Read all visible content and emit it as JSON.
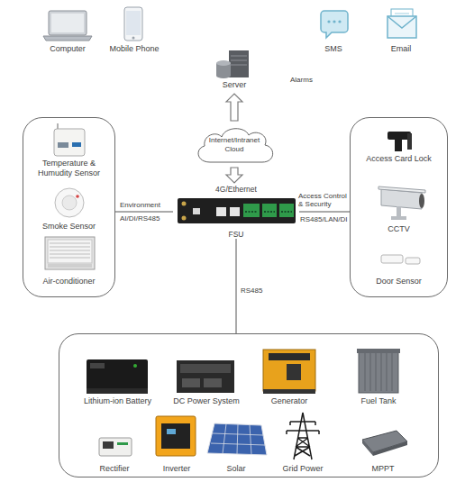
{
  "diagram": {
    "nodes": [
      {
        "text": [
          "Computer"
        ]
      },
      {
        "text": [
          "Mobile Phone"
        ]
      },
      {
        "text": [
          "Server"
        ]
      },
      {
        "text": [
          "SMS"
        ]
      },
      {
        "text": [
          "Email"
        ]
      },
      {
        "text": [
          "Internet/Intranet Cloud"
        ]
      },
      {
        "text": []
      },
      {
        "text": [
          "Temperature & Humudity Sensor"
        ],
        "in": 6
      },
      {
        "text": [
          "Smoke Sensor"
        ],
        "in": 6
      },
      {
        "text": [
          "Air-conditioner"
        ],
        "in": 6
      },
      {
        "text": [
          "4G/Ethernet",
          "FSU"
        ]
      },
      {
        "text": []
      },
      {
        "text": [
          "Access Card Lock"
        ],
        "in": 11
      },
      {
        "text": [
          "CCTV"
        ],
        "in": 11
      },
      {
        "text": [
          "Door Sensor"
        ],
        "in": 11
      },
      {
        "text": []
      },
      {
        "text": [
          "Lithium-ion Battery"
        ],
        "in": 15
      },
      {
        "text": [
          "DC Power System"
        ],
        "in": 15
      },
      {
        "text": [
          "Generator"
        ],
        "in": 15
      },
      {
        "text": [
          "Fuel Tank"
        ],
        "in": 15
      },
      {
        "text": [
          "Rectifier"
        ],
        "in": 15
      },
      {
        "text": [
          "Inverter"
        ],
        "in": 15
      },
      {
        "text": [
          "Solar"
        ],
        "in": 15
      },
      {
        "text": [
          "Grid Power"
        ],
        "in": 15
      },
      {
        "text": [
          "MPPT"
        ],
        "in": 15
      }
    ],
    "edges": [
      {
        "from": 5,
        "to": 2,
        "arrow": "to"
      },
      {
        "from": 5,
        "to": 10,
        "arrow": "to"
      },
      {
        "from": 6,
        "to": 10,
        "arrow": "none",
        "label": "Environment"
      },
      {
        "from": 10,
        "to": 11,
        "arrow": "none",
        "label": "Access Control & Security"
      },
      {
        "from": 10,
        "to": 15,
        "arrow": "none",
        "label": "RS485"
      }
    ],
    "labels": [
      "Alarms",
      "AI/DI/RS485",
      "RS485/LAN/DI"
    ]
  }
}
